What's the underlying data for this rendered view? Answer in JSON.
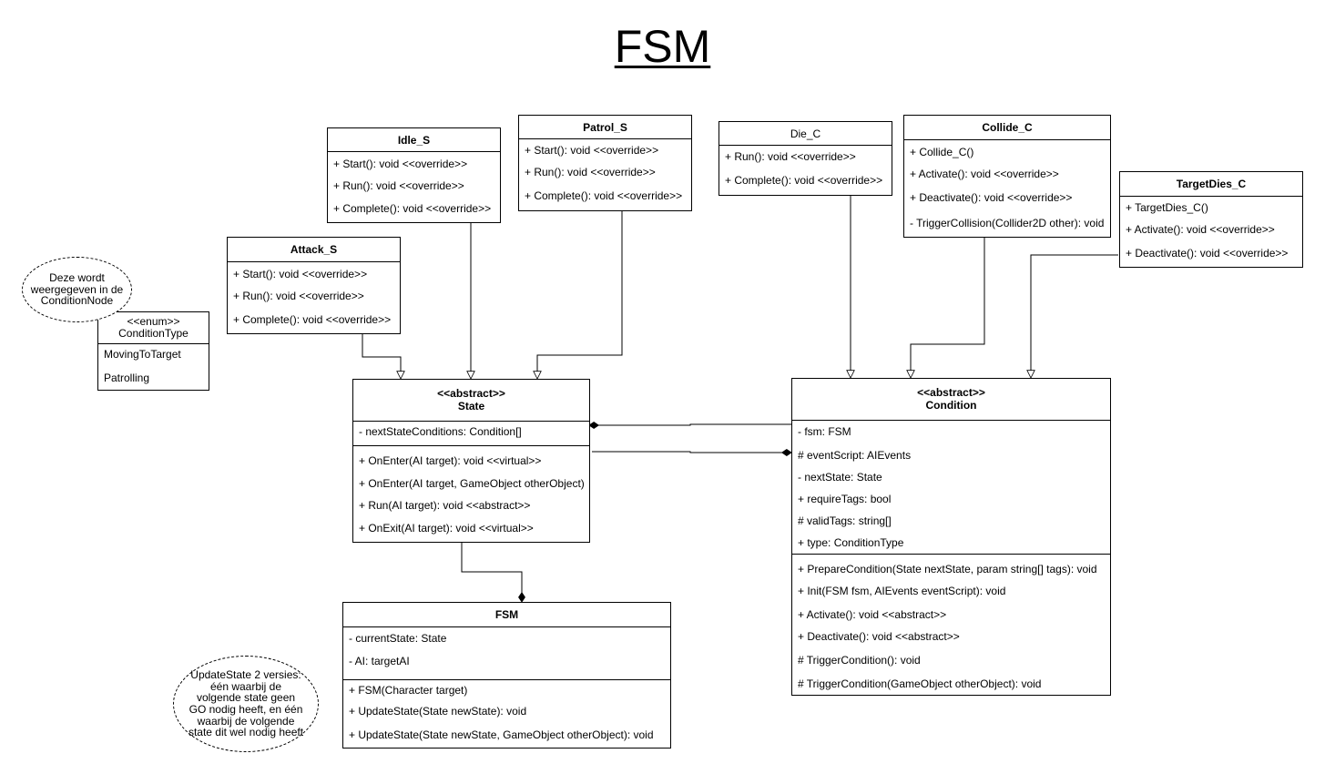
{
  "diagram": {
    "title": "FSM",
    "classes": {
      "idle_s": {
        "name": "Idle_S",
        "operations": [
          "+ Start(): void <<override>>",
          "+ Run(): void <<override>>",
          "+ Complete(): void <<override>>"
        ]
      },
      "patrol_s": {
        "name": "Patrol_S",
        "operations": [
          "+ Start(): void <<override>>",
          "+ Run(): void <<override>>",
          "+ Complete(): void <<override>>"
        ]
      },
      "attack_s": {
        "name": "Attack_S",
        "operations": [
          "+ Start(): void <<override>>",
          "+ Run(): void <<override>>",
          "+ Complete(): void <<override>>"
        ]
      },
      "die_c": {
        "name": "Die_C",
        "operations": [
          "+ Run(): void <<override>>",
          "+ Complete(): void <<override>>"
        ]
      },
      "collide_c": {
        "name": "Collide_C",
        "operations": [
          "+ Collide_C()",
          "+ Activate(): void <<override>>",
          "+ Deactivate(): void <<override>>",
          "- TriggerCollision(Collider2D other): void"
        ]
      },
      "targetdies_c": {
        "name": "TargetDies_C",
        "operations": [
          "+ TargetDies_C()",
          "+ Activate(): void <<override>>",
          "+ Deactivate(): void <<override>>"
        ]
      },
      "condition_type": {
        "stereotype": "<<enum>>",
        "name": "ConditionType",
        "values": [
          "MovingToTarget",
          "Patrolling"
        ]
      },
      "state": {
        "stereotype": "<<abstract>>",
        "name": "State",
        "attributes": [
          "- nextStateConditions: Condition[]"
        ],
        "operations": [
          "+ OnEnter(AI target): void <<virtual>>",
          "+ OnEnter(AI target, GameObject otherObject)",
          "+ Run(AI target): void <<abstract>>",
          "+ OnExit(AI target): void <<virtual>>"
        ]
      },
      "condition": {
        "stereotype": "<<abstract>>",
        "name": "Condition",
        "attributes": [
          "- fsm: FSM",
          "# eventScript: AIEvents",
          "- nextState: State",
          "+ requireTags: bool",
          "# validTags: string[]",
          "+ type: ConditionType"
        ],
        "operations": [
          "+ PrepareCondition(State nextState, param string[] tags): void",
          "+ Init(FSM fsm, AIEvents eventScript): void",
          "+ Activate(): void <<abstract>>",
          "+ Deactivate(): void <<abstract>>",
          "# TriggerCondition(): void",
          "# TriggerCondition(GameObject otherObject): void"
        ]
      },
      "fsm": {
        "name": "FSM",
        "attributes": [
          "- currentState: State",
          "- AI: targetAI"
        ],
        "operations": [
          "+ FSM(Character target)",
          "+ UpdateState(State newState): void",
          "+ UpdateState(State newState, GameObject otherObject): void"
        ]
      }
    },
    "notes": {
      "enum_note": "Deze wordt weergegeven in de ConditionNode",
      "update_note": "UpdateState 2 versies: één waarbij de volgende state geen GO nodig heeft, en één waarbij de volgende state dit wel nodig heeft"
    }
  }
}
